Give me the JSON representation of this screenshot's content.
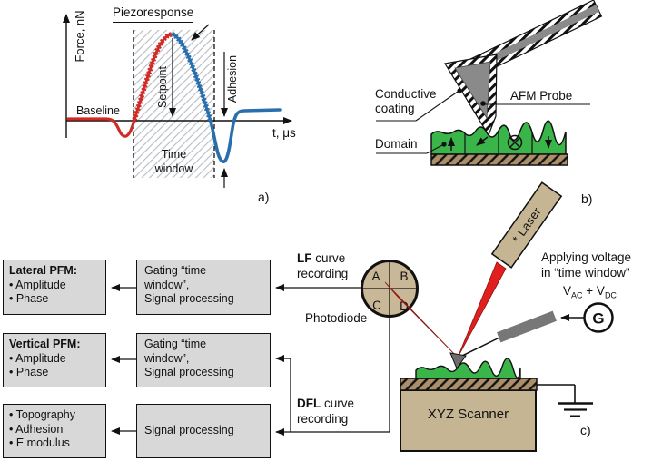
{
  "colors": {
    "curve_red": "#d22b26",
    "curve_blue": "#2a6fad",
    "domain_green": "#3ab54a",
    "tan": "#c6b593",
    "photodiode_tan": "#c9b897",
    "substrate_brown": "#aa8f6a",
    "box_gray": "#d8d8d8",
    "probe_gray": "#8a8a8a",
    "cantilever_gray": "#777777",
    "ink": "#111111"
  },
  "panel_a": {
    "y_axis_label": "Force, nN",
    "x_axis_label": "t, μs",
    "piezoresponse_label": "Piezoresponse",
    "baseline_label": "Baseline",
    "setpoint_label": "Setpoint",
    "adhesion_label": "Adhesion",
    "time_window_line1": "Time",
    "time_window_line2": "window",
    "panel_letter": "a)"
  },
  "panel_b": {
    "conductive_coating_line1": "Conductive",
    "conductive_coating_line2": "coating",
    "afm_probe_label": "AFM Probe",
    "domain_label": "Domain",
    "panel_letter": "b)"
  },
  "panel_c": {
    "left_blocks": [
      {
        "title": "Lateral PFM:",
        "items": [
          "• Amplitude",
          "• Phase"
        ]
      },
      {
        "title": "Vertical PFM:",
        "items": [
          "• Amplitude",
          "• Phase"
        ]
      },
      {
        "title": "",
        "items": [
          "• Topography",
          "• Adhesion",
          "• E modulus"
        ]
      }
    ],
    "mid_blocks": [
      {
        "lines": [
          "Gating “time",
          "window”,",
          "Signal processing"
        ]
      },
      {
        "lines": [
          "Gating “time",
          "window”,",
          "Signal processing"
        ]
      },
      {
        "lines": [
          "Signal processing"
        ]
      }
    ],
    "lf": {
      "bold": "LF",
      "rest": " curve",
      "line2": "recording"
    },
    "dfl": {
      "bold": "DFL",
      "rest": " curve",
      "line2": "recording"
    },
    "photodiode_label": "Photodiode",
    "quadrants": [
      "A",
      "B",
      "C",
      "D"
    ],
    "laser_label": "* Laser",
    "applying_line1": "Applying voltage",
    "applying_line2": "in “time window”",
    "v1": "V",
    "v1_sub": "AC",
    "plus": " + ",
    "v2": "V",
    "v2_sub": "DC",
    "generator_label": "G",
    "scanner_label": "XYZ Scanner",
    "panel_letter": "c)"
  }
}
